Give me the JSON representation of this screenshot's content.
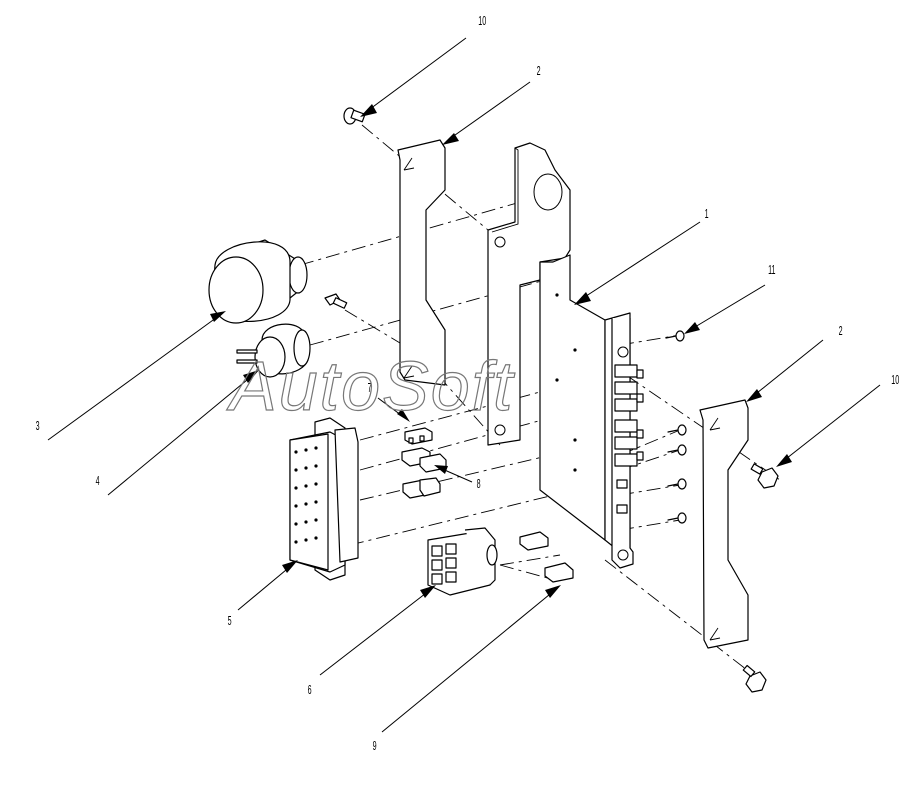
{
  "watermark": "AutoSoft",
  "callouts": {
    "c1": "1",
    "c2a": "2",
    "c2b": "2",
    "c3": "3",
    "c4": "4",
    "c5": "5",
    "c6": "6",
    "c7": "7",
    "c8": "8",
    "c9": "9",
    "c10a": "10",
    "c10b": "10",
    "c11": "11"
  },
  "colors": {
    "line": "#000000",
    "background": "#ffffff",
    "watermark": "#777777"
  }
}
